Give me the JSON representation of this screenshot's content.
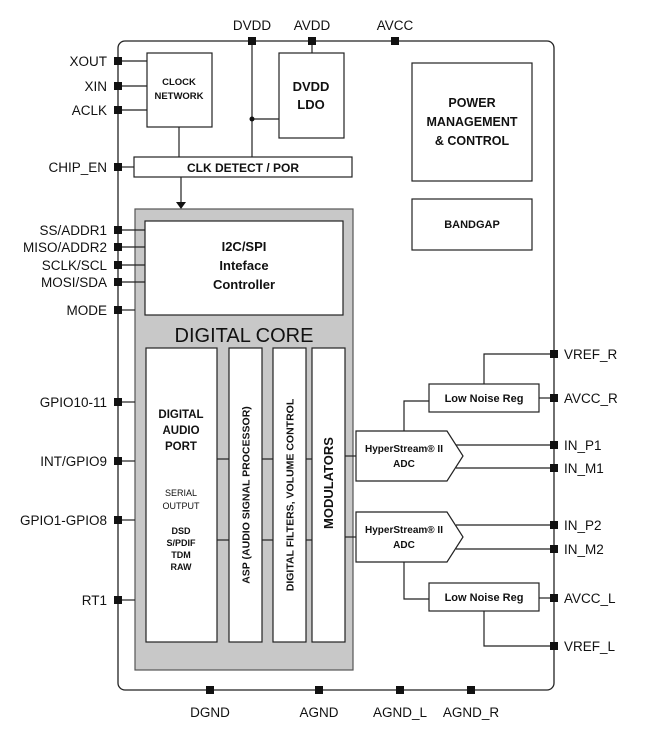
{
  "pins": {
    "top": [
      "DVDD",
      "AVDD",
      "AVCC"
    ],
    "left": [
      "XOUT",
      "XIN",
      "ACLK",
      "CHIP_EN",
      "SS/ADDR1",
      "MISO/ADDR2",
      "SCLK/SCL",
      "MOSI/SDA",
      "MODE",
      "GPIO10-11",
      "INT/GPIO9",
      "GPIO1-GPIO8",
      "RT1"
    ],
    "right": [
      "VREF_R",
      "AVCC_R",
      "IN_P1",
      "IN_M1",
      "IN_P2",
      "IN_M2",
      "AVCC_L",
      "VREF_L"
    ],
    "bottom": [
      "DGND",
      "AGND",
      "AGND_L",
      "AGND_R"
    ]
  },
  "blocks": {
    "clock_network": [
      "CLOCK",
      "NETWORK"
    ],
    "dvdd_ldo": [
      "DVDD",
      "LDO"
    ],
    "power_mgmt": [
      "POWER",
      "MANAGEMENT",
      "& CONTROL"
    ],
    "bandgap": "BANDGAP",
    "clk_detect": "CLK DETECT / POR",
    "i2c_spi": [
      "I2C/SPI",
      "Inteface",
      "Controller"
    ],
    "digital_core": "DIGITAL CORE",
    "dap_title": [
      "DIGITAL",
      "AUDIO",
      "PORT"
    ],
    "dap_serial": [
      "SERIAL",
      "OUTPUT"
    ],
    "dap_formats": [
      "DSD",
      "S/PDIF",
      "TDM",
      "RAW"
    ],
    "asp": "ASP (AUDIO SIGNAL PROCESSOR)",
    "filters": "DIGITAL FILTERS, VOLUME CONTROL",
    "modulators": "MODULATORS",
    "adc1": [
      "HyperStream® II",
      "ADC"
    ],
    "adc2": [
      "HyperStream® II",
      "ADC"
    ],
    "lnr_top": "Low Noise Reg",
    "lnr_bottom": "Low Noise Reg"
  },
  "colors": {
    "digital_core_fill": "#c8c8c8",
    "line": "#222222",
    "pin": "#111111"
  }
}
